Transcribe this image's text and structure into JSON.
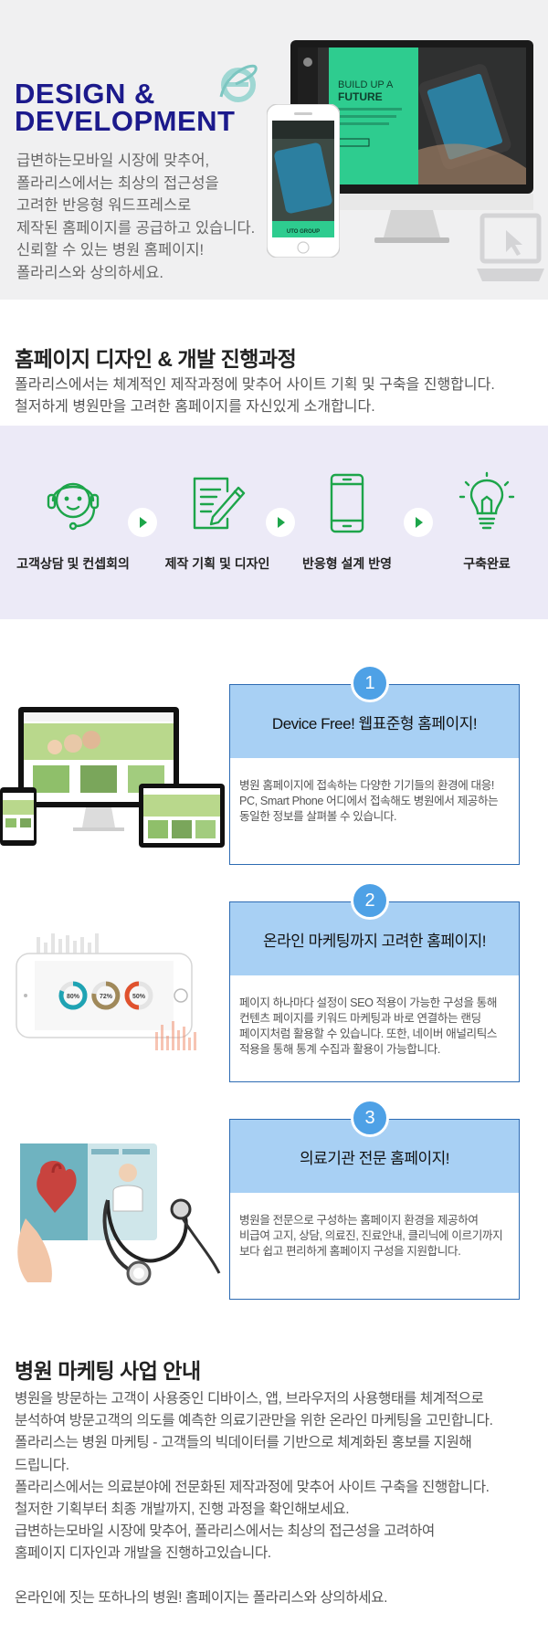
{
  "hero": {
    "title_line1": "DESIGN &",
    "title_line2": "DEVELOPMENT",
    "desc_lines": [
      "급변하는모바일 시장에 맞추어,",
      "폴라리스에서는 최상의 접근성을",
      "고려한 반응형 워드프레스로",
      "제작된 홈페이지를 공급하고 있습니다.",
      "신뢰할 수 있는 병원 홈페이지!",
      "폴라리스와 상의하세요."
    ],
    "monitor_heading_line1": "BUILD UP A",
    "monitor_heading_line2": "FUTURE",
    "phone_footer": "UTO GROUP",
    "accent_color": "#2ecc8f",
    "title_color": "#1c1a8c"
  },
  "process": {
    "title": "홈페이지 디자인 & 개발 진행과정",
    "desc_lines": [
      "폴라리스에서는 체계적인 제작과정에 맞추어 사이트 기획 및 구축을 진행합니다.",
      "철저하게 병원만을 고려한 홈페이지를 자신있게 소개합니다."
    ],
    "steps": [
      {
        "label": "고객상담 및 컨셉회의",
        "icon": "headset-icon"
      },
      {
        "label": "제작 기획 및 디자인",
        "icon": "document-pen-icon"
      },
      {
        "label": "반응형 설계 반영",
        "icon": "smartphone-icon"
      },
      {
        "label": "구축완료",
        "icon": "lightbulb-icon"
      }
    ],
    "icon_color": "#1da54a",
    "band_color": "#eceaf7"
  },
  "features": [
    {
      "number": "1",
      "title": "Device Free! 웹표준형 홈페이지!",
      "body_lines": [
        "병원 홈페이지에 접속하는 다양한 기기들의 환경에 대응!",
        "PC, Smart Phone 어디에서 접속해도 병원에서 제공하는",
        "동일한 정보를 살펴볼 수 있습니다."
      ]
    },
    {
      "number": "2",
      "title": "온라인 마케팅까지 고려한 홈페이지!",
      "body_lines": [
        "페이지 하나마다 설정이 SEO 적용이 가능한 구성을 통해",
        "컨텐츠 페이지를 키워드 마케팅과 바로 연결하는 랜딩",
        "페이지처럼 활용할 수 있습니다. 또한, 네이버 애널리틱스",
        "적용을 통해 통계 수집과 활용이 가능합니다."
      ],
      "gauges": [
        "80%",
        "72%",
        "50%"
      ]
    },
    {
      "number": "3",
      "title": "의료기관 전문 홈페이지!",
      "body_lines": [
        "병원을 전문으로 구성하는 홈페이지 환경을 제공하여",
        "비급여 고지, 상담, 의료진, 진료안내, 클리닉에 이르기까지",
        "보다 쉽고 편리하게 홈페이지 구성을 지원합니다."
      ]
    }
  ],
  "marketing": {
    "title": "병원 마케팅 사업 안내",
    "body_lines": [
      "병원을 방문하는 고객이 사용중인 디바이스, 앱, 브라우저의 사용행태를 체계적으로",
      "분석하여 방문고객의 의도를 예측한 의료기관만을 위한 온라인 마케팅을 고민합니다.",
      "폴라리스는 병원 마케팅 - 고객들의 빅데이터를 기반으로 체계화된 홍보를 지원해",
      "드립니다.",
      "폴라리스에서는 의료분야에 전문화된 제작과정에 맞추어 사이트 구축을 진행합니다.",
      "철저한 기획부터 최종 개발까지, 진행 과정을 확인해보세요.",
      "급변하는모바일 시장에 맞추어, 폴라리스에서는 최상의 접근성을 고려하여",
      "홈페이지 디자인과 개발을 진행하고있습니다.",
      "",
      "온라인에 짓는 또하나의 병원! 홈페이지는 폴라리스와 상의하세요."
    ]
  }
}
